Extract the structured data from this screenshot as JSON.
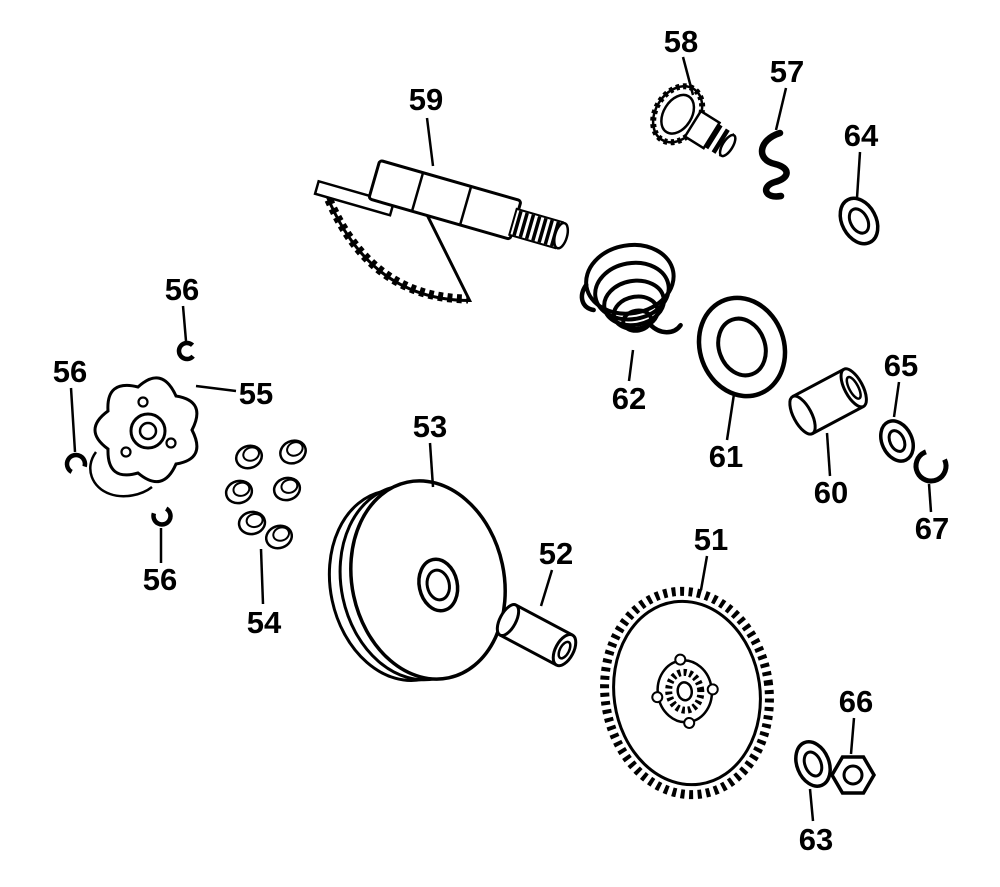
{
  "diagram": {
    "type": "exploded-parts-diagram",
    "background_color": "#ffffff",
    "line_color": "#000000",
    "callouts": [
      {
        "text": "59"
      },
      {
        "text": "58"
      },
      {
        "text": "57"
      },
      {
        "text": "64"
      },
      {
        "text": "56"
      },
      {
        "text": "56"
      },
      {
        "text": "55"
      },
      {
        "text": "53"
      },
      {
        "text": "62"
      },
      {
        "text": "61"
      },
      {
        "text": "60"
      },
      {
        "text": "65"
      },
      {
        "text": "67"
      },
      {
        "text": "56"
      },
      {
        "text": "54"
      },
      {
        "text": "52"
      },
      {
        "text": "51"
      },
      {
        "text": "66"
      },
      {
        "text": "63"
      }
    ]
  }
}
